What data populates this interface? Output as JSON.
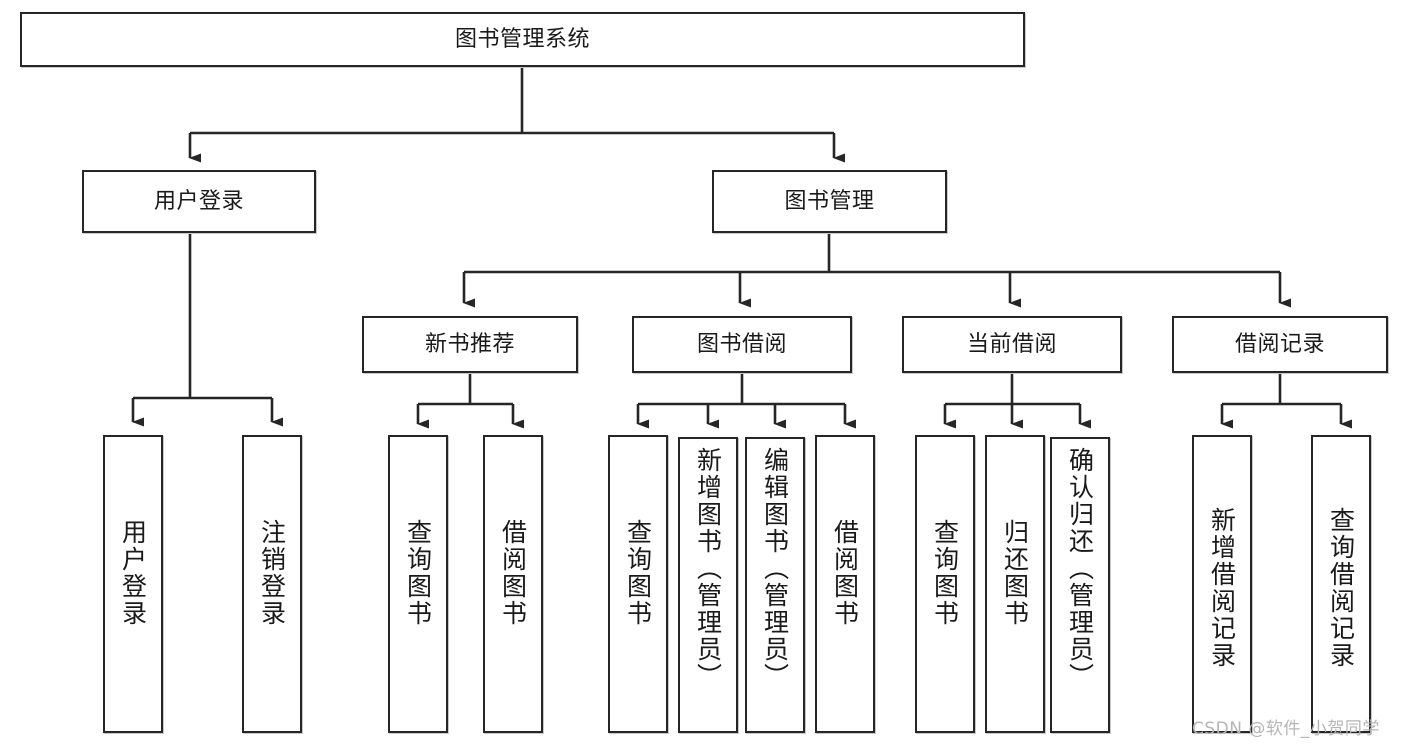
{
  "diagram": {
    "title_node": {
      "label": "图书管理系统"
    },
    "level2": [
      {
        "label": "用户登录"
      },
      {
        "label": "图书管理"
      }
    ],
    "level3": [
      {
        "label": "新书推荐"
      },
      {
        "label": "图书借阅"
      },
      {
        "label": "当前借阅"
      },
      {
        "label": "借阅记录"
      }
    ],
    "leaves": [
      {
        "label": "用户登录"
      },
      {
        "label": "注销登录"
      },
      {
        "label": "查询图书"
      },
      {
        "label": "借阅图书"
      },
      {
        "label": "查询图书"
      },
      {
        "label": "新增图书（管理员）"
      },
      {
        "label": "编辑图书（管理员）"
      },
      {
        "label": "借阅图书"
      },
      {
        "label": "查询图书"
      },
      {
        "label": "归还图书"
      },
      {
        "label": "确认归还（管理员）"
      },
      {
        "label": "新增借阅记录"
      },
      {
        "label": "查询借阅记录"
      }
    ]
  },
  "watermark": {
    "text": "CSDN @软件_小贺同学"
  },
  "colors": {
    "stroke": "#262626",
    "box_fill": "#ffffff",
    "text": "#1a1a1a",
    "watermark": "#b6b6b6"
  }
}
